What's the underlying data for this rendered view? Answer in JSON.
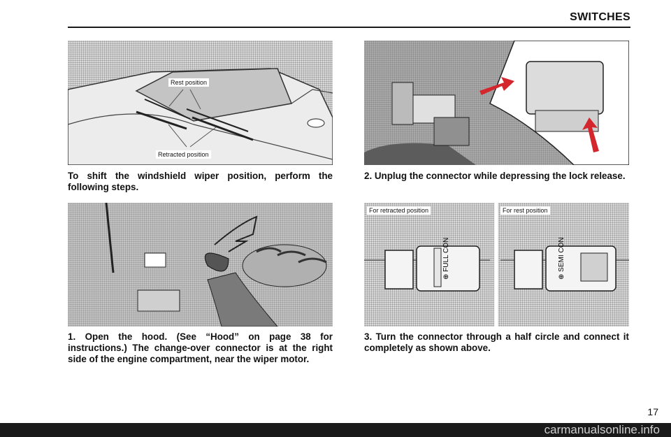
{
  "header": {
    "title": "SWITCHES"
  },
  "figure_wiper": {
    "rest_label": "Rest position",
    "retracted_label": "Retracted position"
  },
  "figure_positions": {
    "retracted_label": "For retracted position",
    "rest_label": "For rest position"
  },
  "captions": {
    "intro": "To shift the windshield wiper position, perform the following steps.",
    "step1": "1. Open the hood. (See “Hood” on page 38 for instructions.) The change-over connector is at the right side of the engine compartment, near the wiper motor.",
    "step2": "2. Unplug the connector while depressing the lock release.",
    "step3": "3. Turn the connector through a half circle and connect it completely as shown above."
  },
  "page_number": "17",
  "watermark": "carmanualsonline.info",
  "colors": {
    "arrow": "#d3262d",
    "text": "#111111"
  }
}
